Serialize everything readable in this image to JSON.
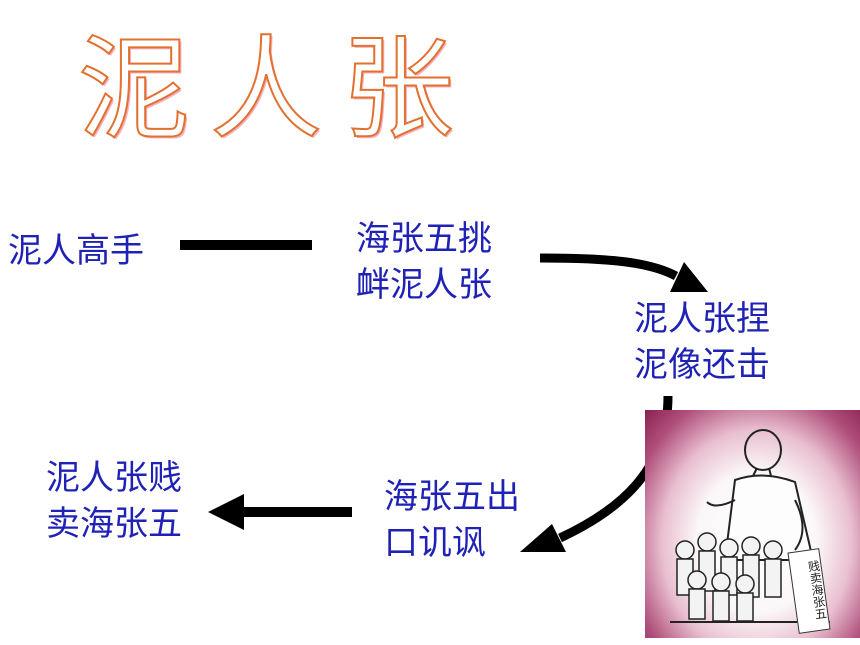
{
  "title": "泥人张",
  "nodes": {
    "master": "泥人高手",
    "provoke": "海张五挑\n衅泥人张",
    "counter": "泥人张捏\n泥像还击",
    "mock": "海张五出\n口讥讽",
    "sell": "泥人张贱\n卖海张五"
  },
  "illustration": {
    "sign_text": "贱卖海张五"
  },
  "colors": {
    "node_text": "#1f22b5",
    "title_outline": "#e3702f",
    "title_fill_accent": "#f4b3c4",
    "arrow": "#000000",
    "illustration_border": "#8b2150"
  }
}
